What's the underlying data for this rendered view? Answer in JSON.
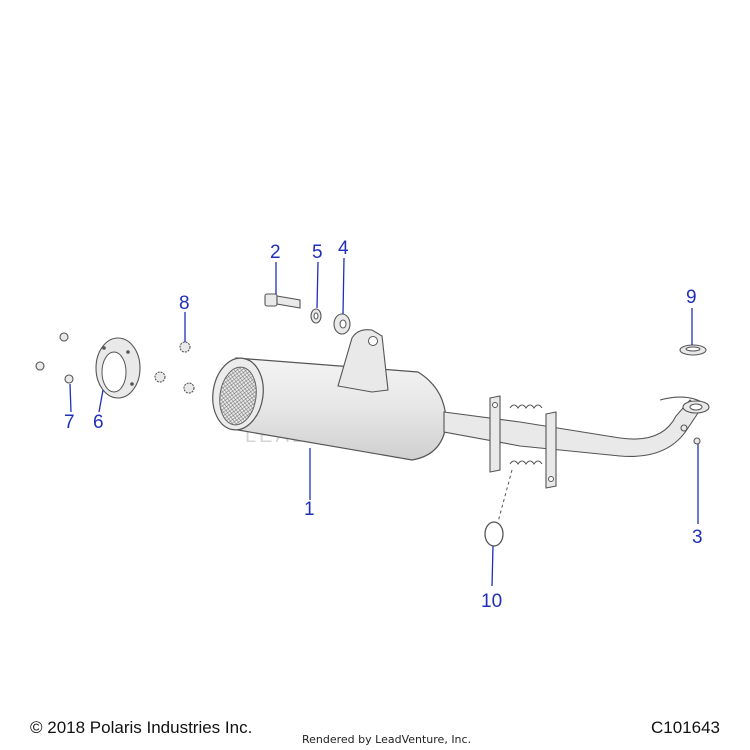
{
  "callouts": [
    {
      "number": "1"
    },
    {
      "number": "2"
    },
    {
      "number": "3"
    },
    {
      "number": "4"
    },
    {
      "number": "5"
    },
    {
      "number": "6"
    },
    {
      "number": "7"
    },
    {
      "number": "8"
    },
    {
      "number": "9"
    },
    {
      "number": "10"
    }
  ],
  "watermark": "LEADVENTURE",
  "footer": {
    "copyright": "© 2018 Polaris Industries Inc.",
    "rendered_by": "Rendered by LeadVenture, Inc.",
    "figure_id": "C101643"
  },
  "colors": {
    "callout": "#1f2fb8",
    "part_fill": "#e9e9e9",
    "part_stroke": "#555555"
  }
}
